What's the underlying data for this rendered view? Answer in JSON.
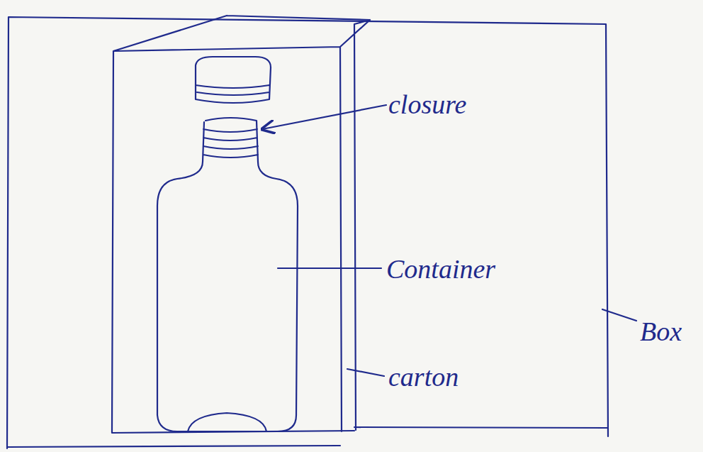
{
  "diagram": {
    "labels": [
      "closure",
      "Container",
      "carton",
      "Box"
    ]
  }
}
